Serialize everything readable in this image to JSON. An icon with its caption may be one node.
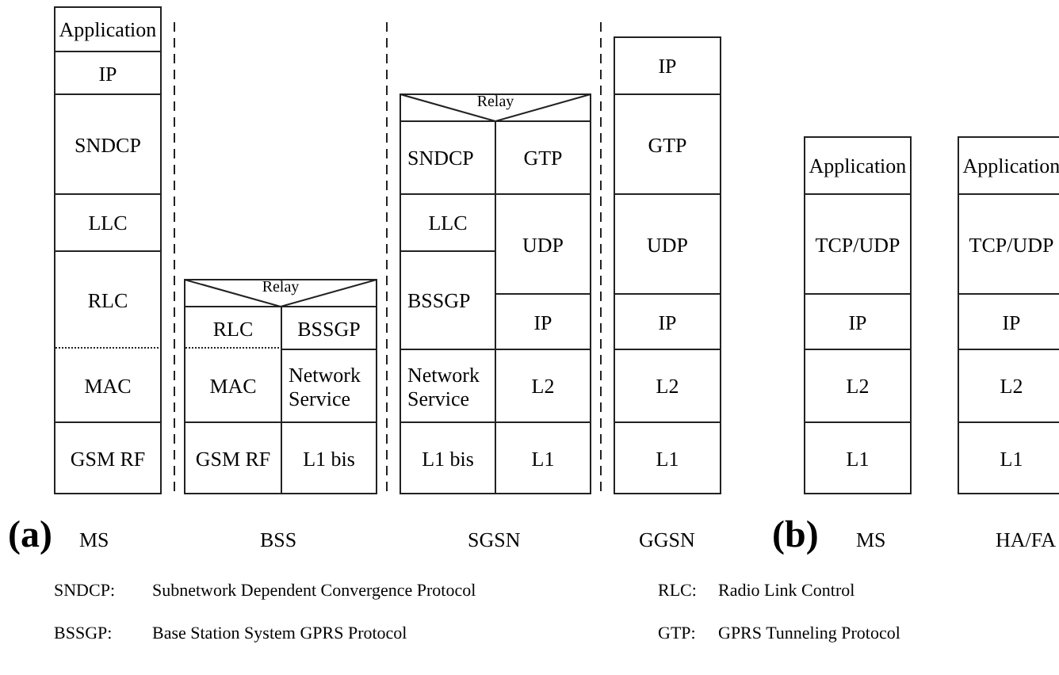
{
  "diagram": {
    "nodes": [
      {
        "text": [
          "Application"
        ]
      },
      {
        "text": [
          "IP"
        ]
      },
      {
        "text": [
          "SNDCP"
        ]
      },
      {
        "text": [
          "LLC"
        ]
      },
      {
        "text": [
          "RLC"
        ]
      },
      {
        "text": [
          "MAC"
        ]
      },
      {
        "text": [
          "GSM RF"
        ]
      },
      {
        "text": [
          "Relay"
        ]
      },
      {
        "text": [
          "RLC"
        ]
      },
      {
        "text": [
          "BSSGP"
        ]
      },
      {
        "text": [
          "MAC"
        ]
      },
      {
        "text": [
          "Network Service"
        ]
      },
      {
        "text": [
          "GSM RF"
        ]
      },
      {
        "text": [
          "L1 bis"
        ]
      },
      {
        "text": [
          "Relay"
        ]
      },
      {
        "text": [
          "SNDCP"
        ]
      },
      {
        "text": [
          "GTP"
        ]
      },
      {
        "text": [
          "LLC"
        ]
      },
      {
        "text": [
          "UDP"
        ]
      },
      {
        "text": [
          "BSSGP"
        ]
      },
      {
        "text": [
          "IP"
        ]
      },
      {
        "text": [
          "Network Service"
        ]
      },
      {
        "text": [
          "L2"
        ]
      },
      {
        "text": [
          "L1 bis"
        ]
      },
      {
        "text": [
          "L1"
        ]
      },
      {
        "text": [
          "IP"
        ]
      },
      {
        "text": [
          "GTP"
        ]
      },
      {
        "text": [
          "UDP"
        ]
      },
      {
        "text": [
          "IP"
        ]
      },
      {
        "text": [
          "L2"
        ]
      },
      {
        "text": [
          "L1"
        ]
      },
      {
        "text": [
          "Application"
        ]
      },
      {
        "text": [
          "TCP/UDP"
        ]
      },
      {
        "text": [
          "IP"
        ]
      },
      {
        "text": [
          "L2"
        ]
      },
      {
        "text": [
          "L1"
        ]
      },
      {
        "text": [
          "Application"
        ]
      },
      {
        "text": [
          "TCP/UDP"
        ]
      },
      {
        "text": [
          "IP"
        ]
      },
      {
        "text": [
          "L2"
        ]
      },
      {
        "text": [
          "L1"
        ]
      }
    ],
    "labels": [
      "(a)",
      "MS",
      "BSS",
      "SGSN",
      "GGSN",
      "(b)",
      "MS",
      "HA/FA",
      "SNDCP:",
      "Subnetwork Dependent Convergence Protocol",
      "RLC:",
      "Radio Link Control",
      "BSSGP:",
      "Base Station System GPRS Protocol",
      "GTP:",
      "GPRS Tunneling Protocol"
    ]
  }
}
